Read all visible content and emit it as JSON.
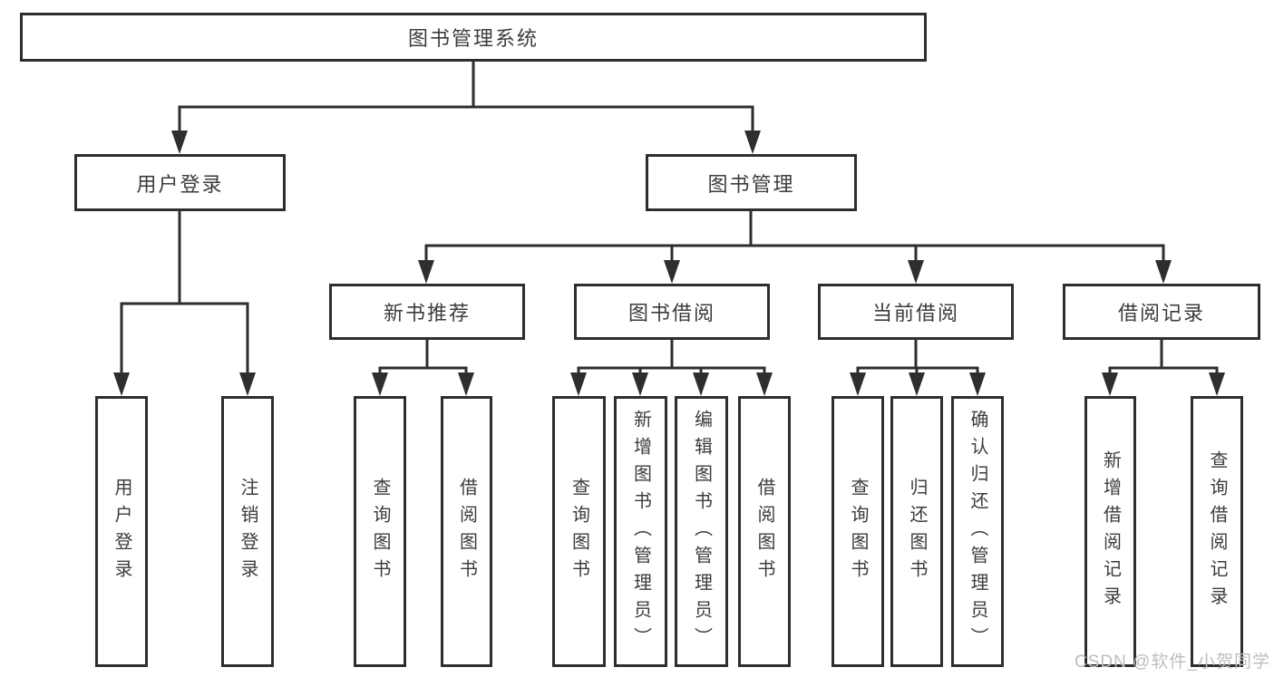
{
  "diagram": {
    "title": "图书管理系统",
    "branches": {
      "user_login": "用户登录",
      "book_mgmt": "图书管理"
    },
    "modules": {
      "new_books": "新书推荐",
      "book_borrow": "图书借阅",
      "current_borrow": "当前借阅",
      "borrow_records": "借阅记录"
    },
    "leaves": {
      "user_login_1": "用户登录",
      "user_login_2": "注销登录",
      "new_books_1": "查询图书",
      "new_books_2": "借阅图书",
      "book_borrow_1": "查询图书",
      "book_borrow_2": "新增图书（管理员）",
      "book_borrow_3": "编辑图书（管理员）",
      "book_borrow_4": "借阅图书",
      "current_borrow_1": "查询图书",
      "current_borrow_2": "归还图书",
      "current_borrow_3": "确认归还（管理员）",
      "borrow_records_1": "新增借阅记录",
      "borrow_records_2": "查询借阅记录"
    }
  },
  "watermark": "CSDN @软件_小贺同学",
  "colors": {
    "line": "#2e2e2e",
    "text": "#3c3c3c",
    "watermark": "#bfbdbd",
    "background": "#ffffff"
  }
}
